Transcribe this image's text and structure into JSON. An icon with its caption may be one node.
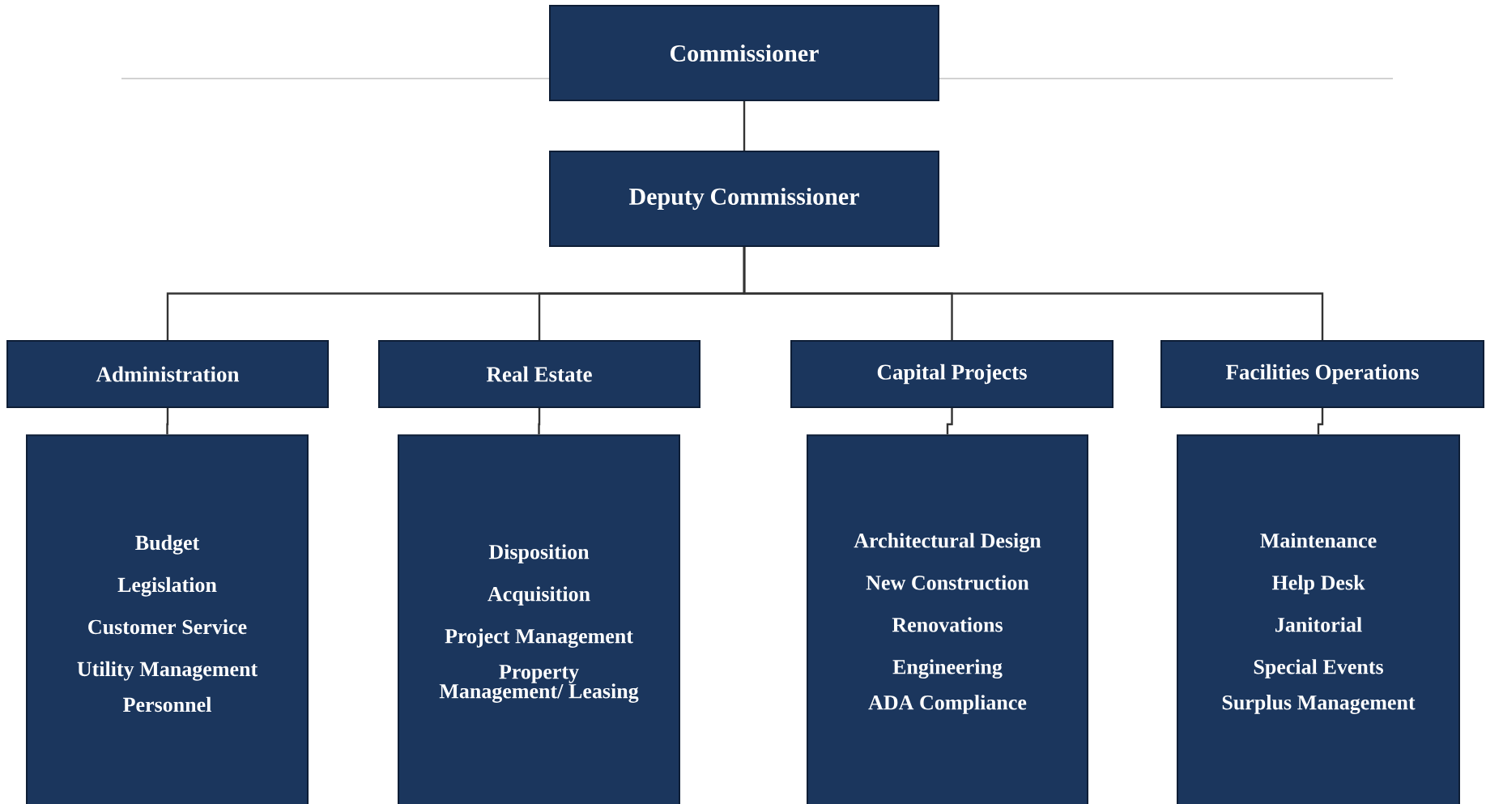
{
  "diagram": {
    "nodes": [
      {
        "text": [
          "Commissioner"
        ]
      },
      {
        "text": [
          "Deputy Commissioner"
        ]
      },
      {
        "text": [
          "Administration"
        ]
      },
      {
        "text": [
          "Real Estate"
        ]
      },
      {
        "text": [
          "Capital Projects"
        ]
      },
      {
        "text": [
          "Facilities Operations"
        ]
      },
      {
        "text": [
          "Budget",
          "Legislation",
          "Customer Service",
          "Utility Management",
          "Personnel"
        ]
      },
      {
        "text": [
          "Disposition",
          "Acquisition",
          "Project Management",
          "Property Management/ Leasing"
        ]
      },
      {
        "text": [
          "Architectural Design",
          "New Construction",
          "Renovations",
          "Engineering",
          "ADA Compliance"
        ]
      },
      {
        "text": [
          "Maintenance",
          "Help Desk",
          "Janitorial",
          "Special Events",
          "Surplus Management"
        ]
      }
    ],
    "edges": [
      {
        "from": 0,
        "to": 1,
        "arrow": "none"
      },
      {
        "from": 1,
        "to": 2,
        "arrow": "none"
      },
      {
        "from": 1,
        "to": 3,
        "arrow": "none"
      },
      {
        "from": 1,
        "to": 4,
        "arrow": "none"
      },
      {
        "from": 1,
        "to": 5,
        "arrow": "none"
      },
      {
        "from": 2,
        "to": 6,
        "arrow": "none"
      },
      {
        "from": 3,
        "to": 7,
        "arrow": "none"
      },
      {
        "from": 4,
        "to": 8,
        "arrow": "none"
      },
      {
        "from": 5,
        "to": 9,
        "arrow": "none"
      }
    ]
  }
}
